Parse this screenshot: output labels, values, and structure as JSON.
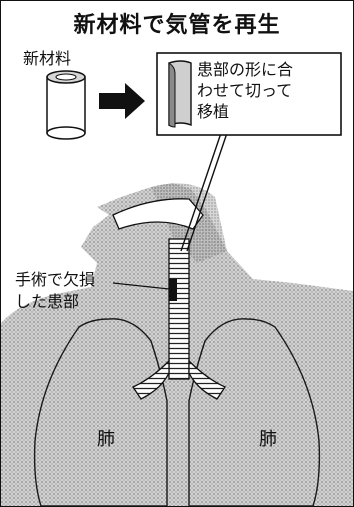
{
  "title": "新材料で気管を再生",
  "material_label": "新材料",
  "callout_text": "患部の形に合\nわせて切って\n移植",
  "defect_label": "手術で欠損\nした患部",
  "lung_left_label": "肺",
  "lung_right_label": "肺",
  "colors": {
    "ink": "#111111",
    "stipple_light": "#c9c9c9",
    "stipple_mid": "#a8a8a8",
    "paper": "#ffffff"
  }
}
